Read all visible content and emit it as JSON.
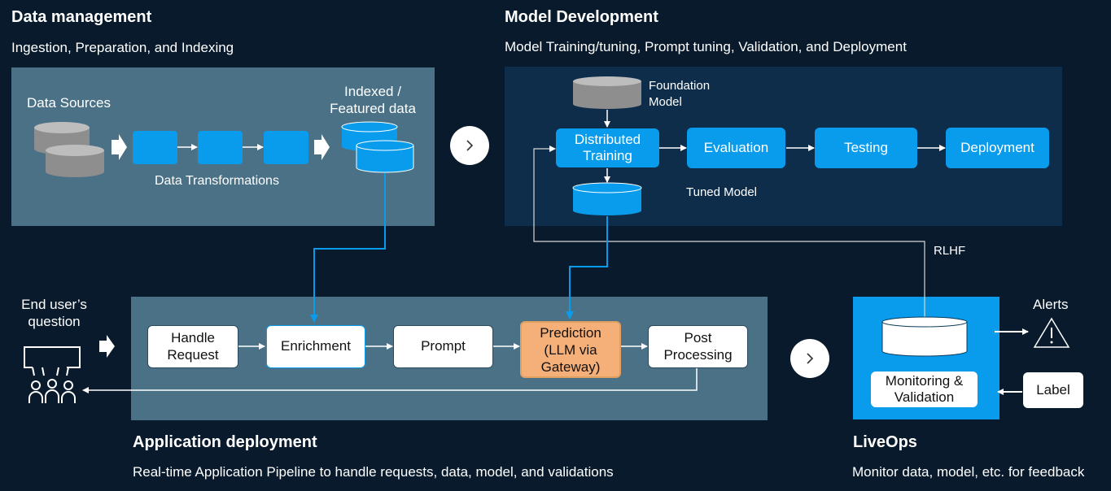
{
  "data_management": {
    "title": "Data management",
    "subtitle": "Ingestion, Preparation, and Indexing",
    "data_sources_label": "Data Sources",
    "indexed_label_line1": "Indexed /",
    "indexed_label_line2": "Featured data",
    "transformations_label": "Data Transformations"
  },
  "model_development": {
    "title": "Model Development",
    "subtitle": "Model Training/tuning, Prompt tuning, Validation, and Deployment",
    "foundation_label_line1": "Foundation",
    "foundation_label_line2": "Model",
    "distributed_line1": "Distributed",
    "distributed_line2": "Training",
    "evaluation": "Evaluation",
    "testing": "Testing",
    "deployment": "Deployment",
    "tuned_model": "Tuned Model"
  },
  "rlhf_label": "RLHF",
  "application_deployment": {
    "title": "Application deployment",
    "subtitle": "Real-time Application Pipeline to handle requests, data, model, and validations",
    "end_user_line1": "End user’s",
    "end_user_line2": "question",
    "handle_line1": "Handle",
    "handle_line2": "Request",
    "enrichment": "Enrichment",
    "prompt": "Prompt",
    "prediction_line1": "Prediction",
    "prediction_line2": "(LLM via",
    "prediction_line3": "Gateway)",
    "post_line1": "Post",
    "post_line2": "Processing"
  },
  "liveops": {
    "title": "LiveOps",
    "subtitle": "Monitor data, model, etc. for feedback",
    "monitoring_line1": "Monitoring &",
    "monitoring_line2": "Validation",
    "alerts": "Alerts",
    "label": "Label"
  },
  "colors": {
    "background": "#081a2c",
    "accent_blue": "#0a9cec",
    "panel_grey_blue": "#4a7186",
    "panel_navy": "#0e2d4b",
    "prediction_orange": "#f5b07a"
  },
  "icons": [
    "database-icon",
    "next-chevron-icon",
    "user-group-icon",
    "alert-triangle-icon",
    "block-arrow-icon"
  ]
}
